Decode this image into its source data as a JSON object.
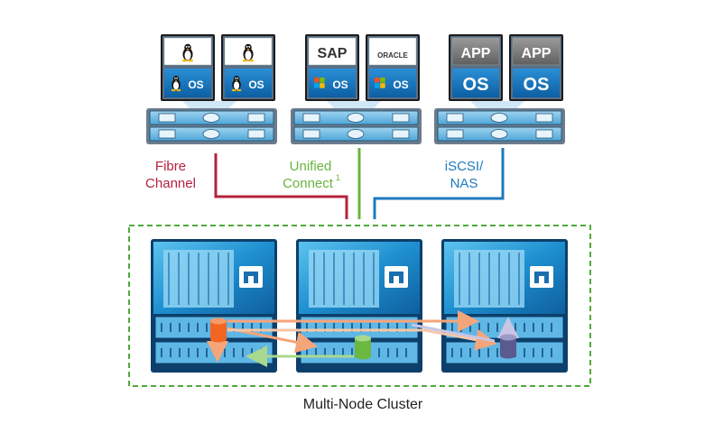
{
  "hosts": [
    {
      "vms": [
        {
          "top": {
            "icon": "linux-penguin-icon"
          },
          "bottom": {
            "icon": "linux-penguin-icon",
            "text": "OS"
          }
        },
        {
          "top": {
            "icon": "linux-penguin-icon"
          },
          "bottom": {
            "icon": "linux-penguin-icon",
            "text": "OS"
          }
        }
      ]
    },
    {
      "vms": [
        {
          "top": {
            "text": "SAP"
          },
          "bottom": {
            "icon": "windows-logo-icon",
            "text": "OS"
          }
        },
        {
          "top": {
            "text": "ORACLE"
          },
          "bottom": {
            "icon": "windows-logo-icon",
            "text": "OS"
          }
        }
      ]
    },
    {
      "vms": [
        {
          "top": {
            "text": "APP"
          },
          "bottom": {
            "text": "OS"
          }
        },
        {
          "top": {
            "text": "APP"
          },
          "bottom": {
            "text": "OS"
          }
        }
      ]
    }
  ],
  "connections": {
    "fibre": {
      "line1": "Fibre",
      "line2": "Channel",
      "color": "#b5213d"
    },
    "unified": {
      "line1": "Unified",
      "line2": "Connect",
      "superscript": "1",
      "color": "#69b43f"
    },
    "iscsi": {
      "line1": "iSCSI/",
      "line2": "NAS",
      "color": "#1f79bd"
    }
  },
  "cluster": {
    "label": "Multi-Node Cluster",
    "border_color": "#4faa3c",
    "nodes": [
      {
        "logo": "netapp-logo-icon",
        "disk_icon": "orange-volume-icon"
      },
      {
        "logo": "netapp-logo-icon",
        "disk_icon": "green-volume-icon"
      },
      {
        "logo": "netapp-logo-icon",
        "disk_icon": "purple-volume-icon"
      }
    ]
  },
  "colors": {
    "brand_blue": "#1a6fae",
    "orange": "#f26522",
    "green": "#6ab83f",
    "purple": "#5b5a8e"
  }
}
